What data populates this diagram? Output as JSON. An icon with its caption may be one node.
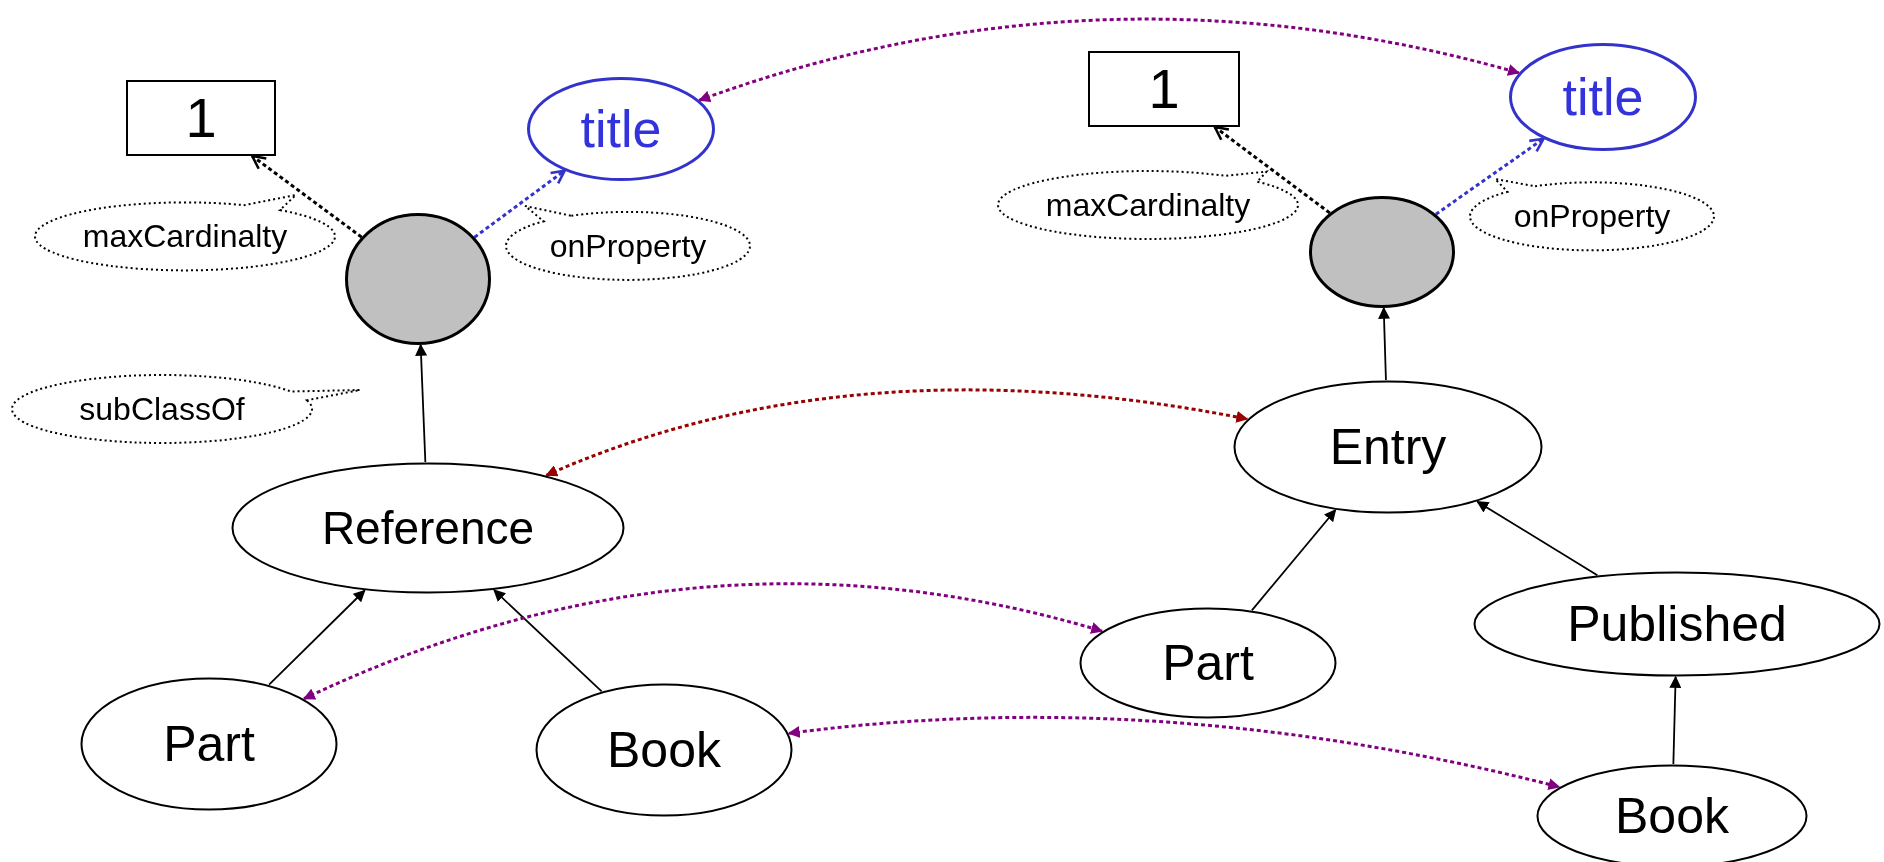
{
  "diagram": {
    "nodes": [
      {
        "text": [
          "1"
        ]
      },
      {
        "text": [
          "title"
        ]
      },
      {
        "text": [],
        "shape": "circle"
      },
      {
        "text": [
          "Reference"
        ]
      },
      {
        "text": [
          "Part"
        ]
      },
      {
        "text": [
          "Book"
        ]
      },
      {
        "text": [
          "1"
        ]
      },
      {
        "text": [
          "title"
        ]
      },
      {
        "text": [],
        "shape": "circle"
      },
      {
        "text": [
          "Entry"
        ]
      },
      {
        "text": [
          "Part"
        ]
      },
      {
        "text": [
          "Published"
        ]
      },
      {
        "text": [
          "Book"
        ]
      },
      {
        "text": [
          "subClassOf"
        ]
      }
    ],
    "edges": [
      {
        "from": 3,
        "to": 2,
        "arrow": "to"
      },
      {
        "from": 2,
        "to": 0,
        "arrow": "to",
        "style": "dashed",
        "label": "maxCardinalty"
      },
      {
        "from": 2,
        "to": 1,
        "arrow": "to",
        "style": "dashed",
        "color": "#3333cc",
        "label": "onProperty"
      },
      {
        "from": 4,
        "to": 3,
        "arrow": "to"
      },
      {
        "from": 5,
        "to": 3,
        "arrow": "to"
      },
      {
        "from": 9,
        "to": 8,
        "arrow": "to"
      },
      {
        "from": 8,
        "to": 6,
        "arrow": "to",
        "style": "dashed",
        "label": "maxCardinalty"
      },
      {
        "from": 8,
        "to": 7,
        "arrow": "to",
        "style": "dashed",
        "color": "#3333cc",
        "label": "onProperty"
      },
      {
        "from": 10,
        "to": 9,
        "arrow": "to"
      },
      {
        "from": 11,
        "to": 9,
        "arrow": "to"
      },
      {
        "from": 12,
        "to": 11,
        "arrow": "to"
      },
      {
        "from": 1,
        "to": 7,
        "arrow": "both",
        "style": "dashed",
        "color": "#800080"
      },
      {
        "from": 3,
        "to": 9,
        "arrow": "both",
        "style": "dashed",
        "color": "#990000"
      },
      {
        "from": 4,
        "to": 10,
        "arrow": "both",
        "style": "dashed",
        "color": "#800080"
      },
      {
        "from": 5,
        "to": 12,
        "arrow": "both",
        "style": "dashed",
        "color": "#800080"
      }
    ]
  }
}
